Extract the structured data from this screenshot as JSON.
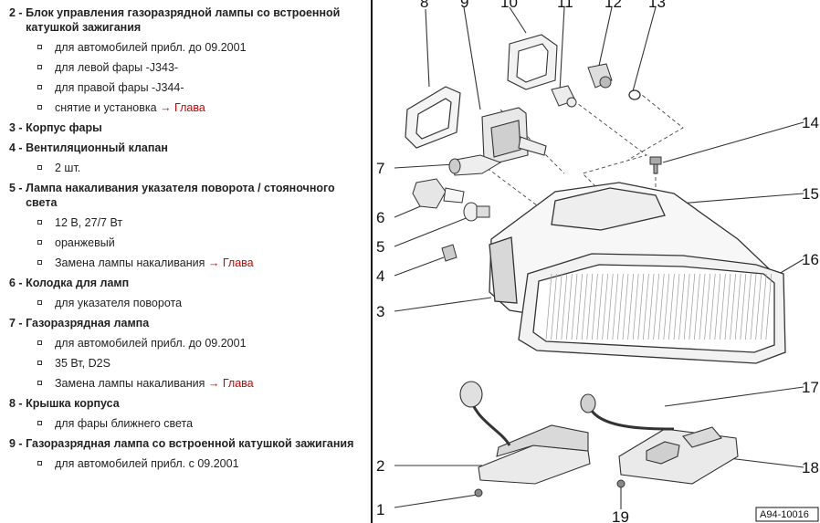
{
  "sections": [
    {
      "number": "2 - ",
      "title": "Блок управления газоразрядной лампы со встроенной катушкой зажигания",
      "items": [
        {
          "text": "для автомобилей прибл. до 09.2001",
          "link": ""
        },
        {
          "text": "для левой фары -J343-",
          "link": ""
        },
        {
          "text": "для правой фары -J344-",
          "link": ""
        },
        {
          "text": "снятие и установка ",
          "link": "→ Глава"
        }
      ]
    },
    {
      "number": "3 - ",
      "title": "Корпус фары",
      "items": []
    },
    {
      "number": "4 - ",
      "title": "Вентиляционный клапан",
      "items": [
        {
          "text": "2 шт.",
          "link": ""
        }
      ]
    },
    {
      "number": "5 - ",
      "title": "Лампа накаливания указателя поворота / стояночного света",
      "items": [
        {
          "text": "12 В, 27/7 Вт",
          "link": ""
        },
        {
          "text": "оранжевый",
          "link": ""
        },
        {
          "text": "Замена лампы накаливания ",
          "link": "→ Глава"
        }
      ]
    },
    {
      "number": "6 - ",
      "title": "Колодка для ламп",
      "items": [
        {
          "text": "для указателя поворота",
          "link": ""
        }
      ]
    },
    {
      "number": "7 - ",
      "title": "Газоразрядная лампа",
      "items": [
        {
          "text": "для автомобилей прибл. до 09.2001",
          "link": ""
        },
        {
          "text": "35 Вт, D2S",
          "link": ""
        },
        {
          "text": "Замена лампы накаливания ",
          "link": "→ Глава"
        }
      ]
    },
    {
      "number": "8 - ",
      "title": "Крышка корпуса",
      "items": [
        {
          "text": "для фары ближнего света",
          "link": ""
        }
      ]
    },
    {
      "number": "9 - ",
      "title": "Газоразрядная лампа со встроенной катушкой зажигания",
      "items": [
        {
          "text": "для автомобилей прибл. с 09.2001",
          "link": ""
        }
      ]
    }
  ],
  "figure": {
    "callouts": {
      "c8": "8",
      "c9": "9",
      "c10": "10",
      "c11": "11",
      "c12": "12",
      "c13": "13",
      "c14": "14",
      "c15": "15",
      "c16": "16",
      "c17": "17",
      "c18": "18",
      "c19": "19",
      "c7": "7",
      "c6": "6",
      "c5": "5",
      "c4": "4",
      "c3": "3",
      "c2": "2",
      "c1": "1"
    },
    "figure_id": "A94-10016"
  }
}
